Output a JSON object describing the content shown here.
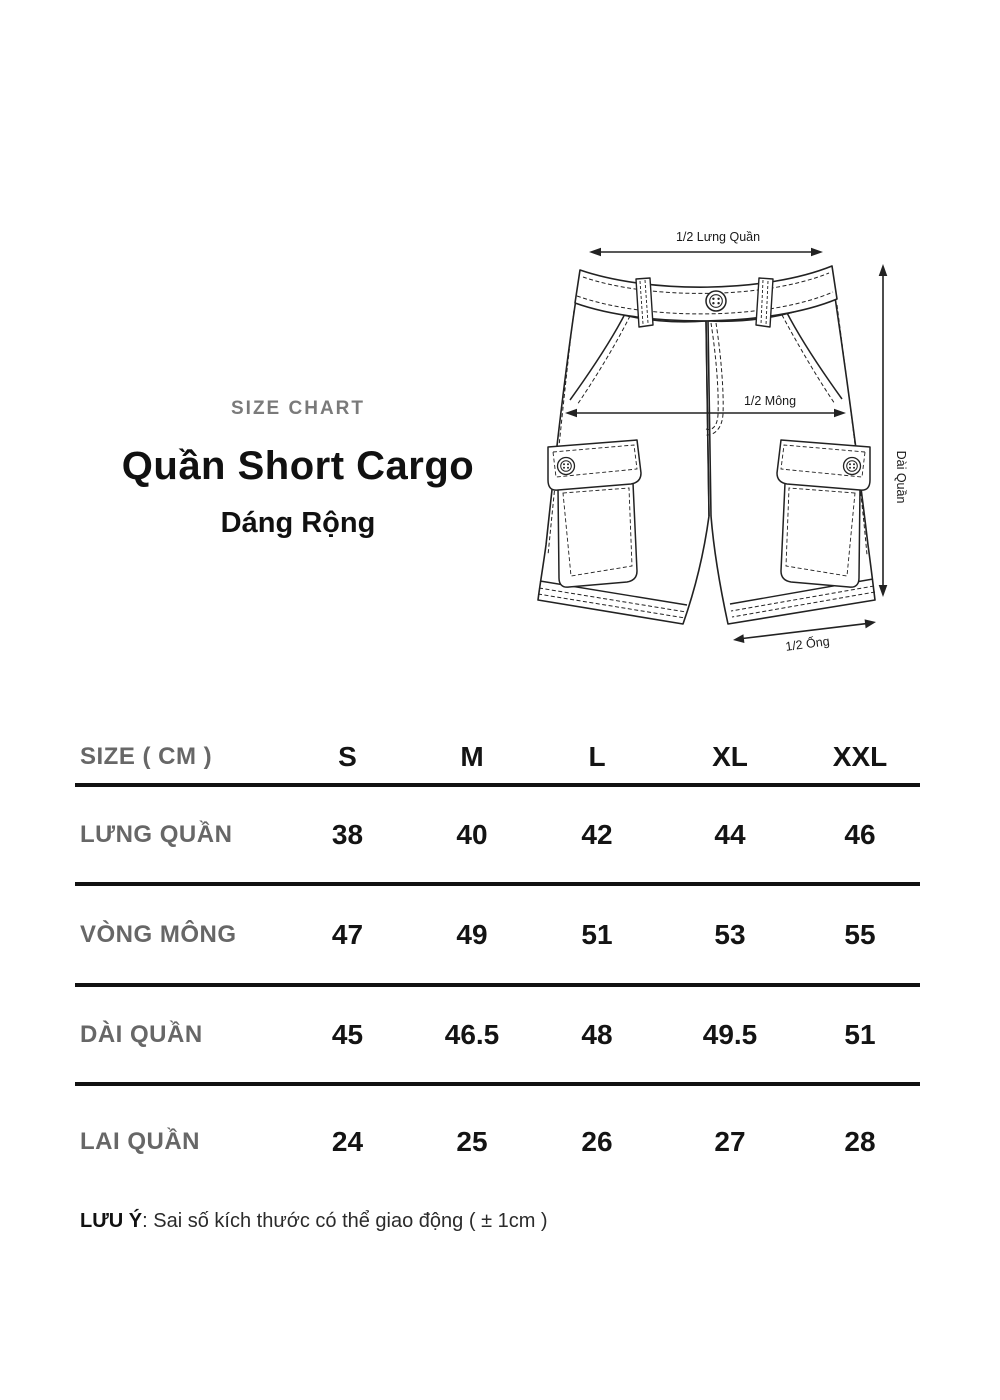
{
  "header": {
    "eyebrow": "SIZE CHART",
    "title": "Quần Short Cargo",
    "subtitle": "Dáng Rộng"
  },
  "diagram": {
    "labels": {
      "waist": "1/2 Lưng Quần",
      "hip": "1/2 Mông",
      "length": "Dài Quần",
      "leg_opening": "1/2 Ống"
    }
  },
  "size_table": {
    "unit_header": "SIZE ( CM )",
    "sizes": [
      "S",
      "M",
      "L",
      "XL",
      "XXL"
    ],
    "rows": [
      {
        "label": "LƯNG QUẦN",
        "values": [
          "38",
          "40",
          "42",
          "44",
          "46"
        ]
      },
      {
        "label": "VÒNG MÔNG",
        "values": [
          "47",
          "49",
          "51",
          "53",
          "55"
        ]
      },
      {
        "label": "DÀI QUẦN",
        "values": [
          "45",
          "46.5",
          "48",
          "49.5",
          "51"
        ]
      },
      {
        "label": "LAI QUẦN",
        "values": [
          "24",
          "25",
          "26",
          "27",
          "28"
        ]
      }
    ]
  },
  "note": {
    "prefix": "LƯU Ý",
    "rest": ": Sai số kích thước có thể giao động ( ± 1cm )"
  },
  "colors": {
    "text": "#1a1a1a",
    "muted_label": "#676767",
    "eyebrow": "#7a7a7a",
    "table_rule": "#111111",
    "line_art": "#222222",
    "background": "#ffffff"
  }
}
